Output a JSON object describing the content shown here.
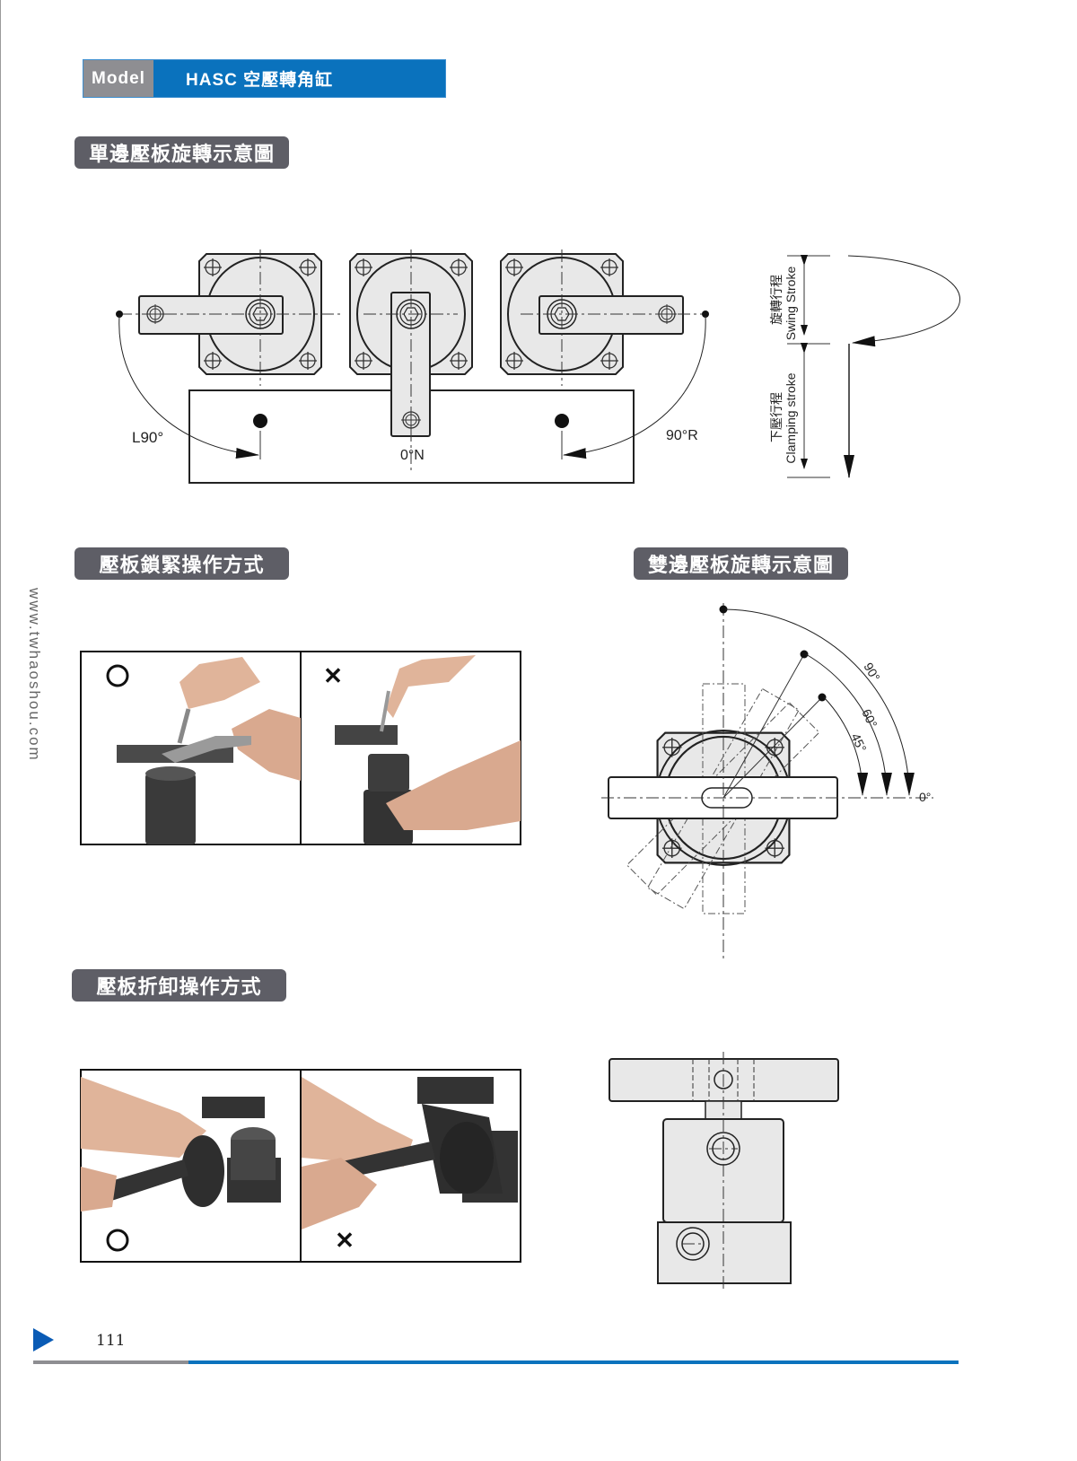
{
  "header": {
    "model_label": "Model",
    "title": "HASC 空壓轉角缸"
  },
  "sections": {
    "single_rotation": "單邊壓板旋轉示意圖",
    "lock_operation": "壓板鎖緊操作方式",
    "double_rotation": "雙邊壓板旋轉示意圖",
    "removal_operation": "壓板折卸操作方式"
  },
  "single_diagram": {
    "left_label": "L90°",
    "center_label": "0°N",
    "right_label": "90°R"
  },
  "stroke_diagram": {
    "swing_cn": "旋轉行程",
    "swing_en": "Swing Stroke",
    "clamp_cn": "下壓行程",
    "clamp_en": "Clamping stroke"
  },
  "double_diagram": {
    "angle_90": "90°",
    "angle_60": "60°",
    "angle_45": "45°",
    "angle_0": "0°"
  },
  "lock_photos": {
    "correct_mark": "○",
    "wrong_mark": "✕"
  },
  "removal_photos": {
    "correct_mark": "○",
    "wrong_mark": "✕"
  },
  "side_url": "www.twhaoshou.com",
  "footer": {
    "page_number": "111"
  },
  "colors": {
    "brand_blue": "#0a72bd",
    "label_gray": "#5e5e66",
    "model_gray": "#8e8e92"
  }
}
